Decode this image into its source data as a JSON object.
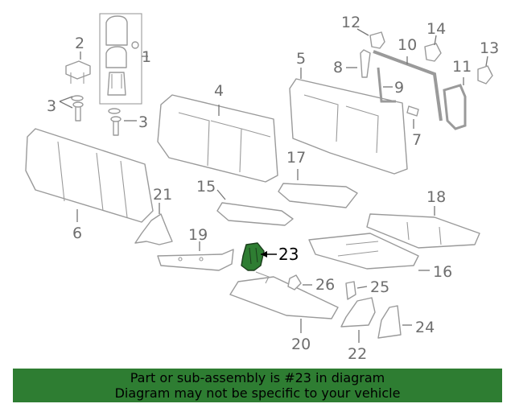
{
  "diagram": {
    "callouts": [
      "1",
      "2",
      "3",
      "3",
      "4",
      "5",
      "6",
      "7",
      "8",
      "9",
      "10",
      "11",
      "12",
      "13",
      "14",
      "15",
      "16",
      "17",
      "18",
      "19",
      "20",
      "21",
      "22",
      "23",
      "24",
      "25",
      "26"
    ],
    "highlighted_part": "23",
    "highlight_color": "#2e7d32"
  },
  "banner": {
    "line1": "Part or sub-assembly is #23 in diagram",
    "line2": "Diagram may not be specific to your vehicle",
    "background": "#2e7d32"
  }
}
